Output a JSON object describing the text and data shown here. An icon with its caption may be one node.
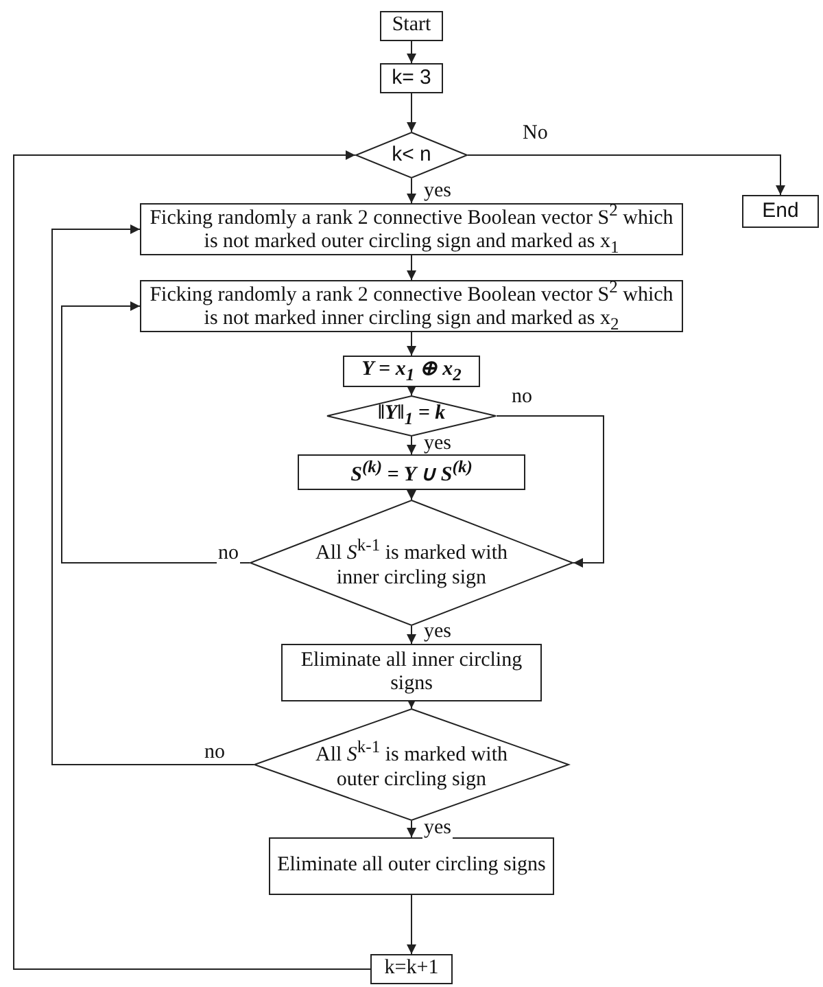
{
  "diagram": {
    "nodes": [
      {
        "text": [
          "Start"
        ]
      },
      {
        "text": [
          "k= 3"
        ]
      },
      {
        "text": [
          "k< n"
        ]
      },
      {
        "text": [
          "End"
        ]
      },
      {
        "text": [
          "Ficking randomly a rank 2 connective Boolean vector S$^{2}$ which is not marked outer circling sign and marked as x$_{1}$"
        ]
      },
      {
        "text": [
          "Ficking randomly a rank 2 connective Boolean vector S$^{2}$ which is not marked inner circling sign and marked as x$_{2}$"
        ]
      },
      {
        "text": [
          "Y = x$_{1}$ ⊕ x$_{2}$"
        ]
      },
      {
        "text": [
          "‖Y‖$_{1}$ = k"
        ]
      },
      {
        "text": [
          "S$^{(k)}$ = Y ∪ S$^{(k)}$"
        ]
      },
      {
        "text": [
          "All *S*$^{k-1}$ is marked with inner circling sign"
        ]
      },
      {
        "text": [
          "Eliminate all inner circling signs"
        ]
      },
      {
        "text": [
          "All *S*$^{k-1}$ is marked with outer circling sign"
        ]
      },
      {
        "text": [
          "Eliminate all outer circling signs"
        ]
      },
      {
        "text": [
          "k=k+1"
        ]
      }
    ],
    "edges": [
      {
        "from": 0,
        "to": 1,
        "arrow": "to"
      },
      {
        "from": 1,
        "to": 2,
        "arrow": "to"
      },
      {
        "from": 2,
        "to": 3,
        "arrow": "to",
        "label": "No"
      },
      {
        "from": 2,
        "to": 4,
        "arrow": "to",
        "label": "yes"
      },
      {
        "from": 4,
        "to": 5,
        "arrow": "to"
      },
      {
        "from": 5,
        "to": 6,
        "arrow": "to"
      },
      {
        "from": 6,
        "to": 7,
        "arrow": "to"
      },
      {
        "from": 7,
        "to": 8,
        "arrow": "to",
        "label": "yes"
      },
      {
        "from": 7,
        "to": 9,
        "arrow": "to",
        "label": "no"
      },
      {
        "from": 8,
        "to": 9,
        "arrow": "to"
      },
      {
        "from": 9,
        "to": 5,
        "arrow": "to",
        "label": "no"
      },
      {
        "from": 9,
        "to": 10,
        "arrow": "to",
        "label": "yes"
      },
      {
        "from": 10,
        "to": 11,
        "arrow": "to"
      },
      {
        "from": 11,
        "to": 4,
        "arrow": "to",
        "label": "no"
      },
      {
        "from": 11,
        "to": 12,
        "arrow": "to",
        "label": "yes"
      },
      {
        "from": 12,
        "to": 13,
        "arrow": "to"
      },
      {
        "from": 13,
        "to": 2,
        "arrow": "to"
      }
    ]
  }
}
